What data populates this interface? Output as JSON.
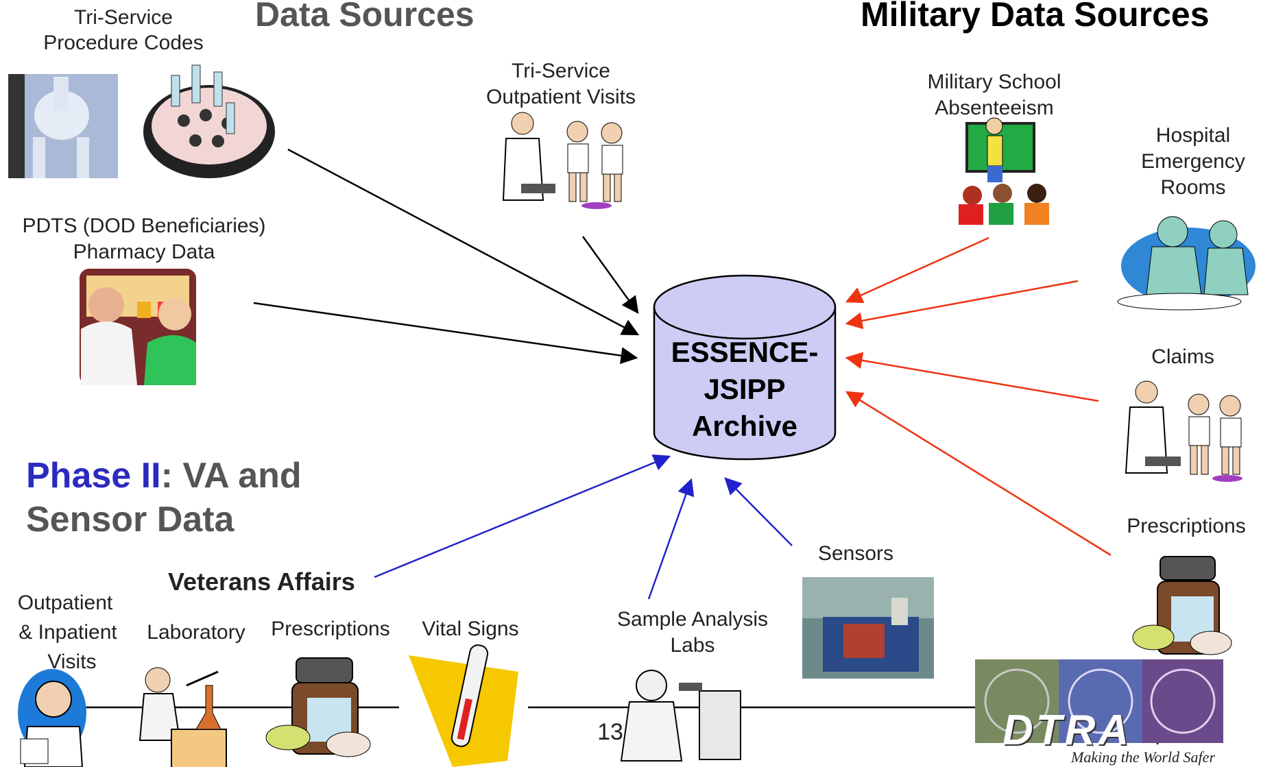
{
  "titles": {
    "data_sources": "Data Sources",
    "military_data_sources": "Military Data Sources",
    "phase_ii_prefix": "Phase II",
    "phase_ii_suffix": ":  VA and",
    "phase_ii_line2": "Sensor Data",
    "veterans_affairs": "Veterans Affairs"
  },
  "archive": {
    "line1": "ESSENCE-",
    "line2": "JSIPP",
    "line3": "Archive"
  },
  "tri_service": {
    "procedure_codes_line1": "Tri-Service",
    "procedure_codes_line2": "Procedure Codes",
    "outpatient_line1": "Tri-Service",
    "outpatient_line2": "Outpatient Visits"
  },
  "pdts": {
    "line1": "PDTS (DOD Beneficiaries)",
    "line2": "Pharmacy Data"
  },
  "military": {
    "school_line1": "Military School",
    "school_line2": "Absenteeism",
    "er_line1": "Hospital",
    "er_line2": "Emergency",
    "er_line3": "Rooms",
    "claims": "Claims",
    "prescriptions": "Prescriptions"
  },
  "va": {
    "outpatient_line1": "Outpatient",
    "outpatient_line2": "& Inpatient",
    "outpatient_line3": "Visits",
    "laboratory": "Laboratory",
    "prescriptions": "Prescriptions",
    "vital_signs": "Vital Signs"
  },
  "sensors": {
    "sensors": "Sensors",
    "labs_line1": "Sample Analysis",
    "labs_line2": "Labs"
  },
  "footer": {
    "page_number": "13",
    "logo_text": "DTRA",
    "tagline": "Making the World Safer"
  },
  "colors": {
    "title_gray": "#555555",
    "phase_blue": "#2b2bbf",
    "arrow_black": "#000000",
    "arrow_red": "#ee3311",
    "arrow_blue": "#2222cc",
    "cylinder_fill": "#ccccf4"
  }
}
